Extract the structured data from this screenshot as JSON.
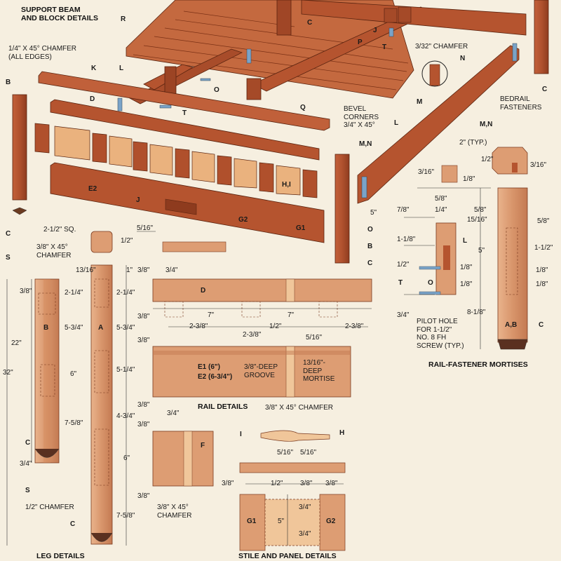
{
  "titles": {
    "support_beam": "SUPPORT BEAM\nAND BLOCK DETAILS",
    "leg_details": "LEG DETAILS",
    "rail_details": "RAIL DETAILS",
    "stile_panel": "STILE AND PANEL DETAILS",
    "rail_fastener": "RAIL-FASTENER MORTISES"
  },
  "notes": {
    "chamfer_quarter": "1/4\" X 45° CHAMFER\n(ALL EDGES)",
    "chamfer_3_32": "3/32\" CHAMFER",
    "bedrail_fasteners": "BEDRAIL\nFASTENERS",
    "bevel_corners": "BEVEL\nCORNERS\n3/4\" X 45°",
    "sq": "2-1/2\" SQ.",
    "chamfer_3_8": "3/8\" X 45°\nCHAMFER",
    "half_chamfer": "1/2\" CHAMFER",
    "groove": "3/8\"-DEEP\nGROOVE",
    "mortise": "13/16\"-\nDEEP\nMORTISE",
    "e1": "E1 (6\")",
    "e2": "E2 (6-3/4\")",
    "chamfer_rail": "3/8\" X 45° CHAMFER",
    "chamfer_f": "3/8\" X 45°\nCHAMFER",
    "pilot_hole": "PILOT HOLE\nFOR 1-1/2\"\nNO. 8 FH\nSCREW (TYP.)",
    "typ": "2\" (TYP.)"
  },
  "part_labels": {
    "R": "R",
    "C1": "C",
    "P": "P",
    "J": "J",
    "T1": "T",
    "C2": "C",
    "K": "K",
    "L1": "L",
    "O1": "O",
    "Q": "Q",
    "B1": "B",
    "D1": "D",
    "T2": "T",
    "M": "M",
    "N": "N",
    "MN1": "M,N",
    "MN2": "M,N",
    "L2": "L",
    "E2": "E2",
    "J2": "J",
    "HI": "H,I",
    "G2": "G2",
    "G1": "G1",
    "C3": "C",
    "S1": "S",
    "O2": "O",
    "B2": "B",
    "C4": "C",
    "B3": "B",
    "A1": "A",
    "C5": "C",
    "S2": "S",
    "C6": "C",
    "D2": "D",
    "F": "F",
    "I": "I",
    "H": "H",
    "G1b": "G1",
    "G2b": "G2",
    "L3": "L",
    "O3": "O",
    "T3": "T",
    "AB": "A,B",
    "C7": "C"
  },
  "dims": {
    "d1": "5/16\"",
    "d2": "1/2\"",
    "d3": "13/16\"",
    "d4": "1\"",
    "d5": "3/8\"",
    "d6": "3/4\"",
    "d7": "3/8\"",
    "d8": "2-1/4\"",
    "d9": "2-1/4\"",
    "d10": "5-3/4\"",
    "d11": "5-3/4\"",
    "d12": "3/8\"",
    "d13": "6\"",
    "d14": "5-1/4\"",
    "d15": "7-5/8\"",
    "d16": "4-3/4\"",
    "d17": "3/8\"",
    "d18": "3/8\"",
    "d19": "3/4\"",
    "d20": "6\"",
    "d21": "3/8\"",
    "d22": "7-5/8\"",
    "d23": "3/4\"",
    "d24": "22\"",
    "d25": "32\"",
    "d26": "7\"",
    "d27": "7\"",
    "d28": "2-3/8\"",
    "d29": "1/2\"",
    "d30": "2-3/8\"",
    "d31": "2-3/8\"",
    "d32": "5/16\"",
    "d33": "3/8\"",
    "d34": "5/16\"",
    "d35": "5/16\"",
    "d36": "3/8\"",
    "d37": "1/2\"",
    "d38": "3/8\"",
    "d39": "3/8\"",
    "d40": "3/4\"",
    "d41": "5\"",
    "d42": "3/4\"",
    "d43": "1/2\"",
    "d44": "3/16\"",
    "d45": "3/16\"",
    "d46": "1/8\"",
    "d47": "5/8\"",
    "d48": "7/8\"",
    "d49": "1/4\"",
    "d50": "5/8\"",
    "d51": "15/16\"",
    "d52": "5/8\"",
    "d53": "1-1/8\"",
    "d54": "5\"",
    "d55": "1-1/2\"",
    "d56": "1/2\"",
    "d57": "1/8\"",
    "d58": "1/8\"",
    "d59": "1/8\"",
    "d60": "1/8\"",
    "d61": "3/4\"",
    "d62": "8-1/8\"",
    "d63": "5\""
  },
  "colors": {
    "wood": "#b5542f",
    "wood_dark": "#8e3b1e",
    "wood_light": "#d37a4e",
    "panel": "#e3a070",
    "panel_light": "#f0c69a",
    "metal": "#7aa3c8",
    "line": "#222222"
  }
}
